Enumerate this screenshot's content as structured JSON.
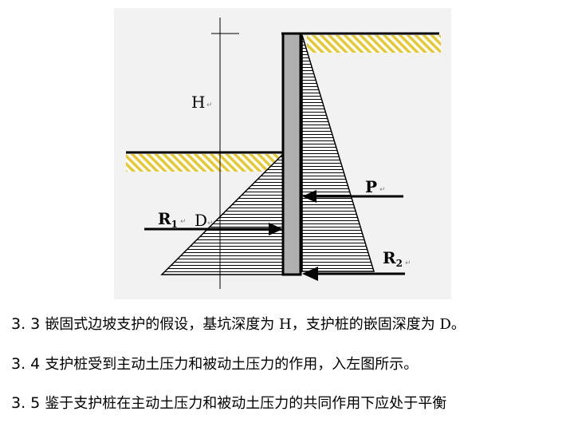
{
  "diagram": {
    "labels": {
      "H": "H",
      "P": "P",
      "R1_main": "R",
      "R1_sub": "1",
      "R2_main": "R",
      "R2_sub": "2",
      "D": "D"
    },
    "colors": {
      "background": "#f2f2f2",
      "soil_hatch": "#e8c832",
      "pile_fill": "#b0b0b0",
      "line": "#000000"
    }
  },
  "text_lines": [
    {
      "number": "3. 3",
      "text": "嵌固式边坡支护的假设，基坑深度为 H，支护桩的嵌固深度为 D。"
    },
    {
      "number": "3.  4",
      "text": "支护桩受到主动土压力和被动土压力的作用，入左图所示。"
    },
    {
      "number": "3. 5",
      "text": "鉴于支护桩在主动土压力和被动土压力的共同作用下应处于平衡"
    }
  ]
}
